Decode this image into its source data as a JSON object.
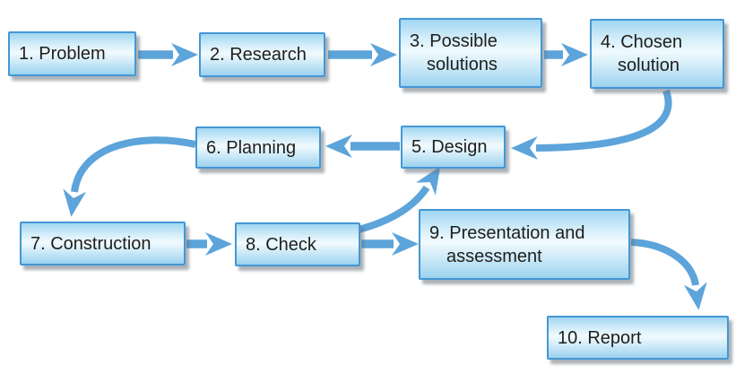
{
  "colors": {
    "box_border": "#4497D5",
    "box_grad_top": "#A0D6F1",
    "box_grad_mid": "#F1FAFE",
    "box_grad_bottom": "#9CD2EF",
    "arrow": "#5CA4DA",
    "text": "#1E1E1C"
  },
  "nodes": [
    {
      "id": "problem",
      "line1": "1. Problem"
    },
    {
      "id": "research",
      "line1": "2. Research"
    },
    {
      "id": "possible-solutions",
      "line1": "3. Possible",
      "line2": "solutions"
    },
    {
      "id": "chosen-solution",
      "line1": "4. Chosen",
      "line2": "solution"
    },
    {
      "id": "design",
      "line1": "5. Design"
    },
    {
      "id": "planning",
      "line1": "6. Planning"
    },
    {
      "id": "construction",
      "line1": "7. Construction"
    },
    {
      "id": "check",
      "line1": "8. Check"
    },
    {
      "id": "presentation",
      "line1": "9. Presentation and",
      "line2": "assessment"
    },
    {
      "id": "report",
      "line1": "10. Report"
    }
  ],
  "edges": [
    {
      "from": "problem",
      "to": "research",
      "shape": "straight"
    },
    {
      "from": "research",
      "to": "possible-solutions",
      "shape": "straight"
    },
    {
      "from": "possible-solutions",
      "to": "chosen-solution",
      "shape": "straight"
    },
    {
      "from": "chosen-solution",
      "to": "design",
      "shape": "curved"
    },
    {
      "from": "design",
      "to": "planning",
      "shape": "straight"
    },
    {
      "from": "planning",
      "to": "construction",
      "shape": "curved"
    },
    {
      "from": "construction",
      "to": "check",
      "shape": "straight"
    },
    {
      "from": "check",
      "to": "presentation",
      "shape": "straight"
    },
    {
      "from": "check",
      "to": "design",
      "shape": "curved"
    },
    {
      "from": "presentation",
      "to": "report",
      "shape": "curved"
    }
  ]
}
